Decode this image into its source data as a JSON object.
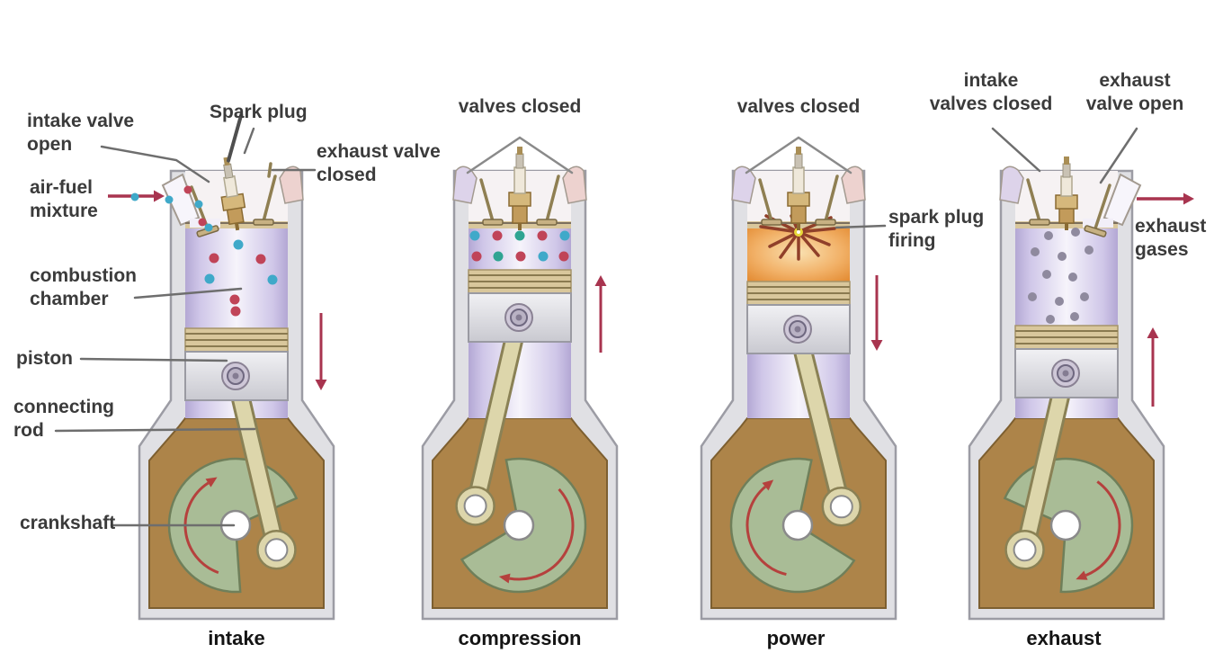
{
  "title": "four-stroke engine cycle diagram",
  "stages": [
    "intake",
    "compression",
    "power",
    "exhaust"
  ],
  "labels": {
    "intake_valve_open": "intake valve\nopen",
    "spark_plug": "Spark plug",
    "exhaust_valve_closed": "exhaust valve\nclosed",
    "air_fuel_mixture": "air-fuel\nmixture",
    "combustion_chamber": "combustion\nchamber",
    "piston": "piston",
    "connecting_rod": "connecting\nrod",
    "crankshaft": "crankshaft",
    "valves_closed_compression": "valves closed",
    "valves_closed_power": "valves closed",
    "spark_plug_firing": "spark plug\nfiring",
    "intake_valves_closed": "intake\nvalves closed",
    "exhaust_valve_open": "exhaust\nvalve open",
    "exhaust_gases": "exhaust\ngases"
  },
  "palette": {
    "background": "#ffffff",
    "label_text": "#3b3b3b",
    "stage_text": "#141414",
    "leader_line": "#6e6e6e",
    "arrow_red": "#a8344f",
    "crank_arrow_red": "#b5413d",
    "wall_gray": "#e0e0e4",
    "wall_stroke": "#9c9ca4",
    "bore_lavender_edge": "#b3a7d4",
    "bore_lavender_mid": "#f6f4fb",
    "crankcase_brown": "#ad8449",
    "crankcase_stroke": "#7d5f30",
    "crank_green": "#a9bc96",
    "crank_green_stroke": "#6f7f5a",
    "rod_beige": "#ddd6ab",
    "rod_stroke": "#8a8155",
    "piston_silver": "#e4e4e8",
    "piston_stroke": "#9a9aa2",
    "ring_tan": "#d9c79c",
    "ring_line": "#8a7a50",
    "plug_gold": "#c29b5b",
    "plug_dark": "#8a6b33",
    "plug_insulator": "#efe8da",
    "port_pink": "#edd2cf",
    "port_lavender": "#ddd3ea",
    "head_bg": "#f6f2f3",
    "deck_line": "#7c6f5e",
    "dot_red": "#c04458",
    "dot_cyan": "#3fa9c9",
    "dot_teal": "#2fa492",
    "dot_gray": "#8f8a9e",
    "power_orange_edge": "#e2882e",
    "power_orange_center": "#f9e0b0",
    "spark_ray": "#90402a",
    "spark_center": "#e8d83a",
    "wire_dark": "#4f4f4f",
    "pin_fill": "#cfc8d8",
    "pin_stroke": "#6f6880"
  }
}
